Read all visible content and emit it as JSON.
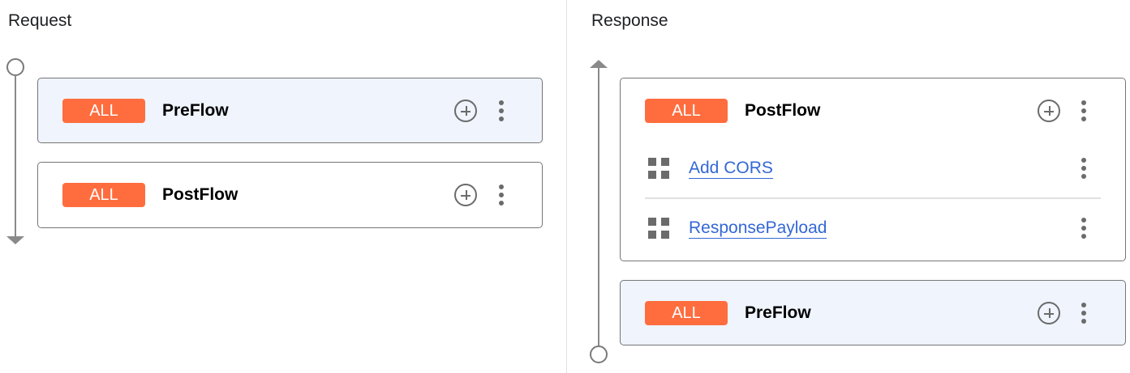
{
  "request": {
    "title": "Request",
    "flows": [
      {
        "badge": "ALL",
        "name": "PreFlow",
        "selected": true
      },
      {
        "badge": "ALL",
        "name": "PostFlow",
        "selected": false
      }
    ]
  },
  "response": {
    "title": "Response",
    "flows": [
      {
        "badge": "ALL",
        "name": "PostFlow",
        "selected": false,
        "steps": [
          {
            "name": "Add CORS"
          },
          {
            "name": "ResponsePayload"
          }
        ]
      },
      {
        "badge": "ALL",
        "name": "PreFlow",
        "selected": true
      }
    ]
  },
  "colors": {
    "badge": "#ff6d3f",
    "link": "#3367d6",
    "selected_bg": "#eff4fd"
  },
  "icons": {
    "add": "add-circle-icon",
    "more": "more-vert-icon",
    "step": "grid-icon"
  }
}
